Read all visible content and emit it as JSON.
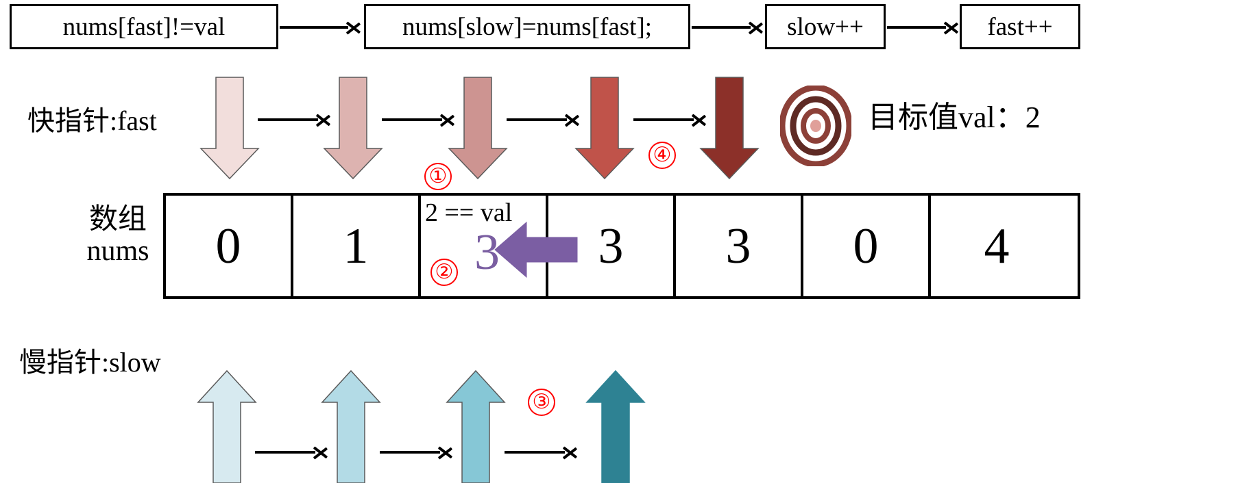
{
  "flow": {
    "steps": [
      {
        "label": "nums[fast]!=val"
      },
      {
        "label": "nums[slow]=nums[fast];"
      },
      {
        "label": "slow++"
      },
      {
        "label": "fast++"
      }
    ]
  },
  "fast_pointer": {
    "label": "快指针:fast",
    "step_marker_1": "①",
    "step_marker_4": "④",
    "arrow_colors": [
      "#f2dedc",
      "#ddb3b0",
      "#cd9491",
      "#c0534a",
      "#8c3029"
    ]
  },
  "slow_pointer": {
    "label": "慢指针:slow",
    "step_marker_3": "③",
    "arrow_colors": [
      "#d7eaf0",
      "#b3dbe6",
      "#86c7d6",
      "#2e8293"
    ]
  },
  "array": {
    "label_line1": "数组",
    "label_line2": "nums",
    "cells": [
      "0",
      "1",
      "3",
      "3",
      "3",
      "0",
      "4"
    ],
    "highlight_cell_index": 2,
    "highlight_cell_note": "2 == val",
    "highlight_cell_value": "3",
    "highlight_value_color": "#7a5ea1",
    "step_marker_2": "②",
    "copy_arrow_color": "#7b5ea3"
  },
  "target": {
    "icon": "bullseye-icon",
    "label": "目标值val：2",
    "ring_color": "#8c4038",
    "center_color": "#e0a09a"
  },
  "colors": {
    "stroke": "#000000",
    "red_marker": "#ff0000",
    "background": "#ffffff"
  }
}
